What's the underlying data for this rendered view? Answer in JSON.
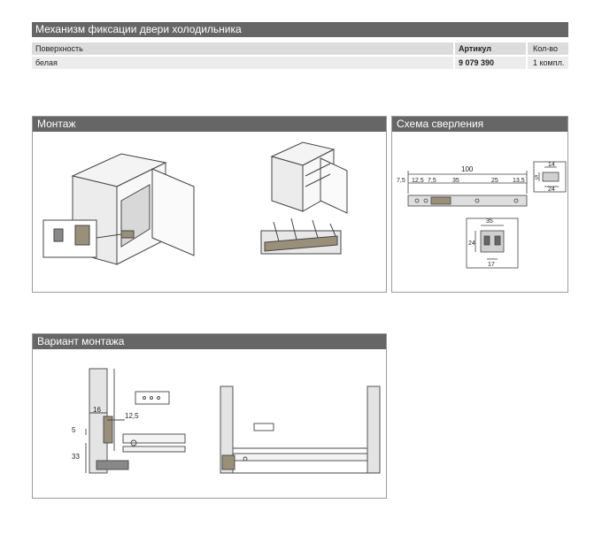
{
  "header": {
    "title": "Механизм фиксации двери холодильника"
  },
  "spec_table": {
    "columns": [
      "Поверхность",
      "Артикул",
      "Кол-во"
    ],
    "row": {
      "surface": "белая",
      "article": "9 079 390",
      "qty": "1 компл."
    }
  },
  "montage": {
    "title": "Монтаж"
  },
  "drilling": {
    "title": "Схема сверления",
    "dims": {
      "total": "100",
      "a": "7,5",
      "b": "12,5",
      "c": "7,5",
      "d": "35",
      "e": "25",
      "f": "13,5",
      "detail_w": "35",
      "detail_h": "24",
      "detail_b": "17",
      "side_w": "14",
      "side_h": "5",
      "side_b": "24"
    }
  },
  "variant": {
    "title": "Вариант монтажа",
    "dims": {
      "w": "16",
      "gap": "12,5",
      "top": "5",
      "h": "33"
    }
  },
  "colors": {
    "header_bg": "#666666",
    "table_head": "#dcdcdc",
    "table_row": "#ececec",
    "accent_part": "#9a8f7a"
  }
}
